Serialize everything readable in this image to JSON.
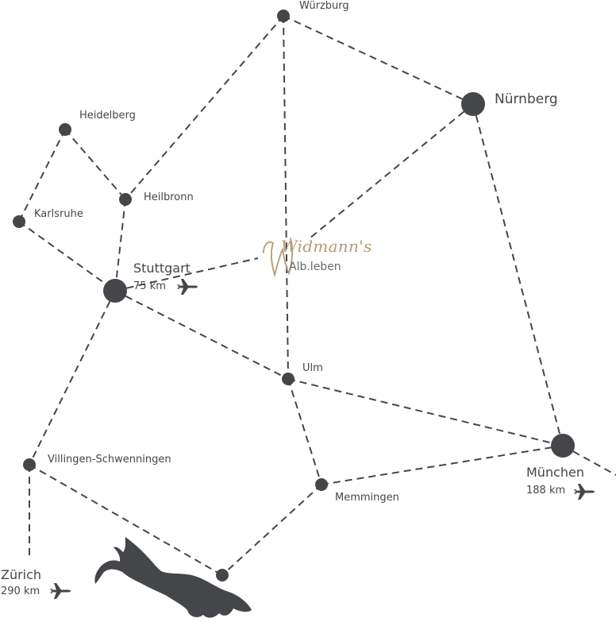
{
  "colors": {
    "ink": "#444649",
    "route": "#444649",
    "logo_gold": "#b59a74",
    "logo_grey": "#666a6d"
  },
  "logo": {
    "brand": "Widmann's",
    "subtitle": "Alb.leben"
  },
  "cities": {
    "wuerzburg": "Würzburg",
    "nuernberg": "Nürnberg",
    "heidelberg": "Heidelberg",
    "heilbronn": "Heilbronn",
    "karlsruhe": "Karlsruhe",
    "stuttgart": "Stuttgart",
    "ulm": "Ulm",
    "villingen": "Villingen-Schwenningen",
    "memmingen": "Memmingen",
    "muenchen": "München",
    "zuerich": "Zürich"
  },
  "airports": {
    "stuttgart_distance": "75 km",
    "muenchen_distance": "188 km",
    "zuerich_distance": "290 km"
  },
  "icons": {
    "airport": "airplane-icon",
    "lake": "lake-constance-shape"
  }
}
